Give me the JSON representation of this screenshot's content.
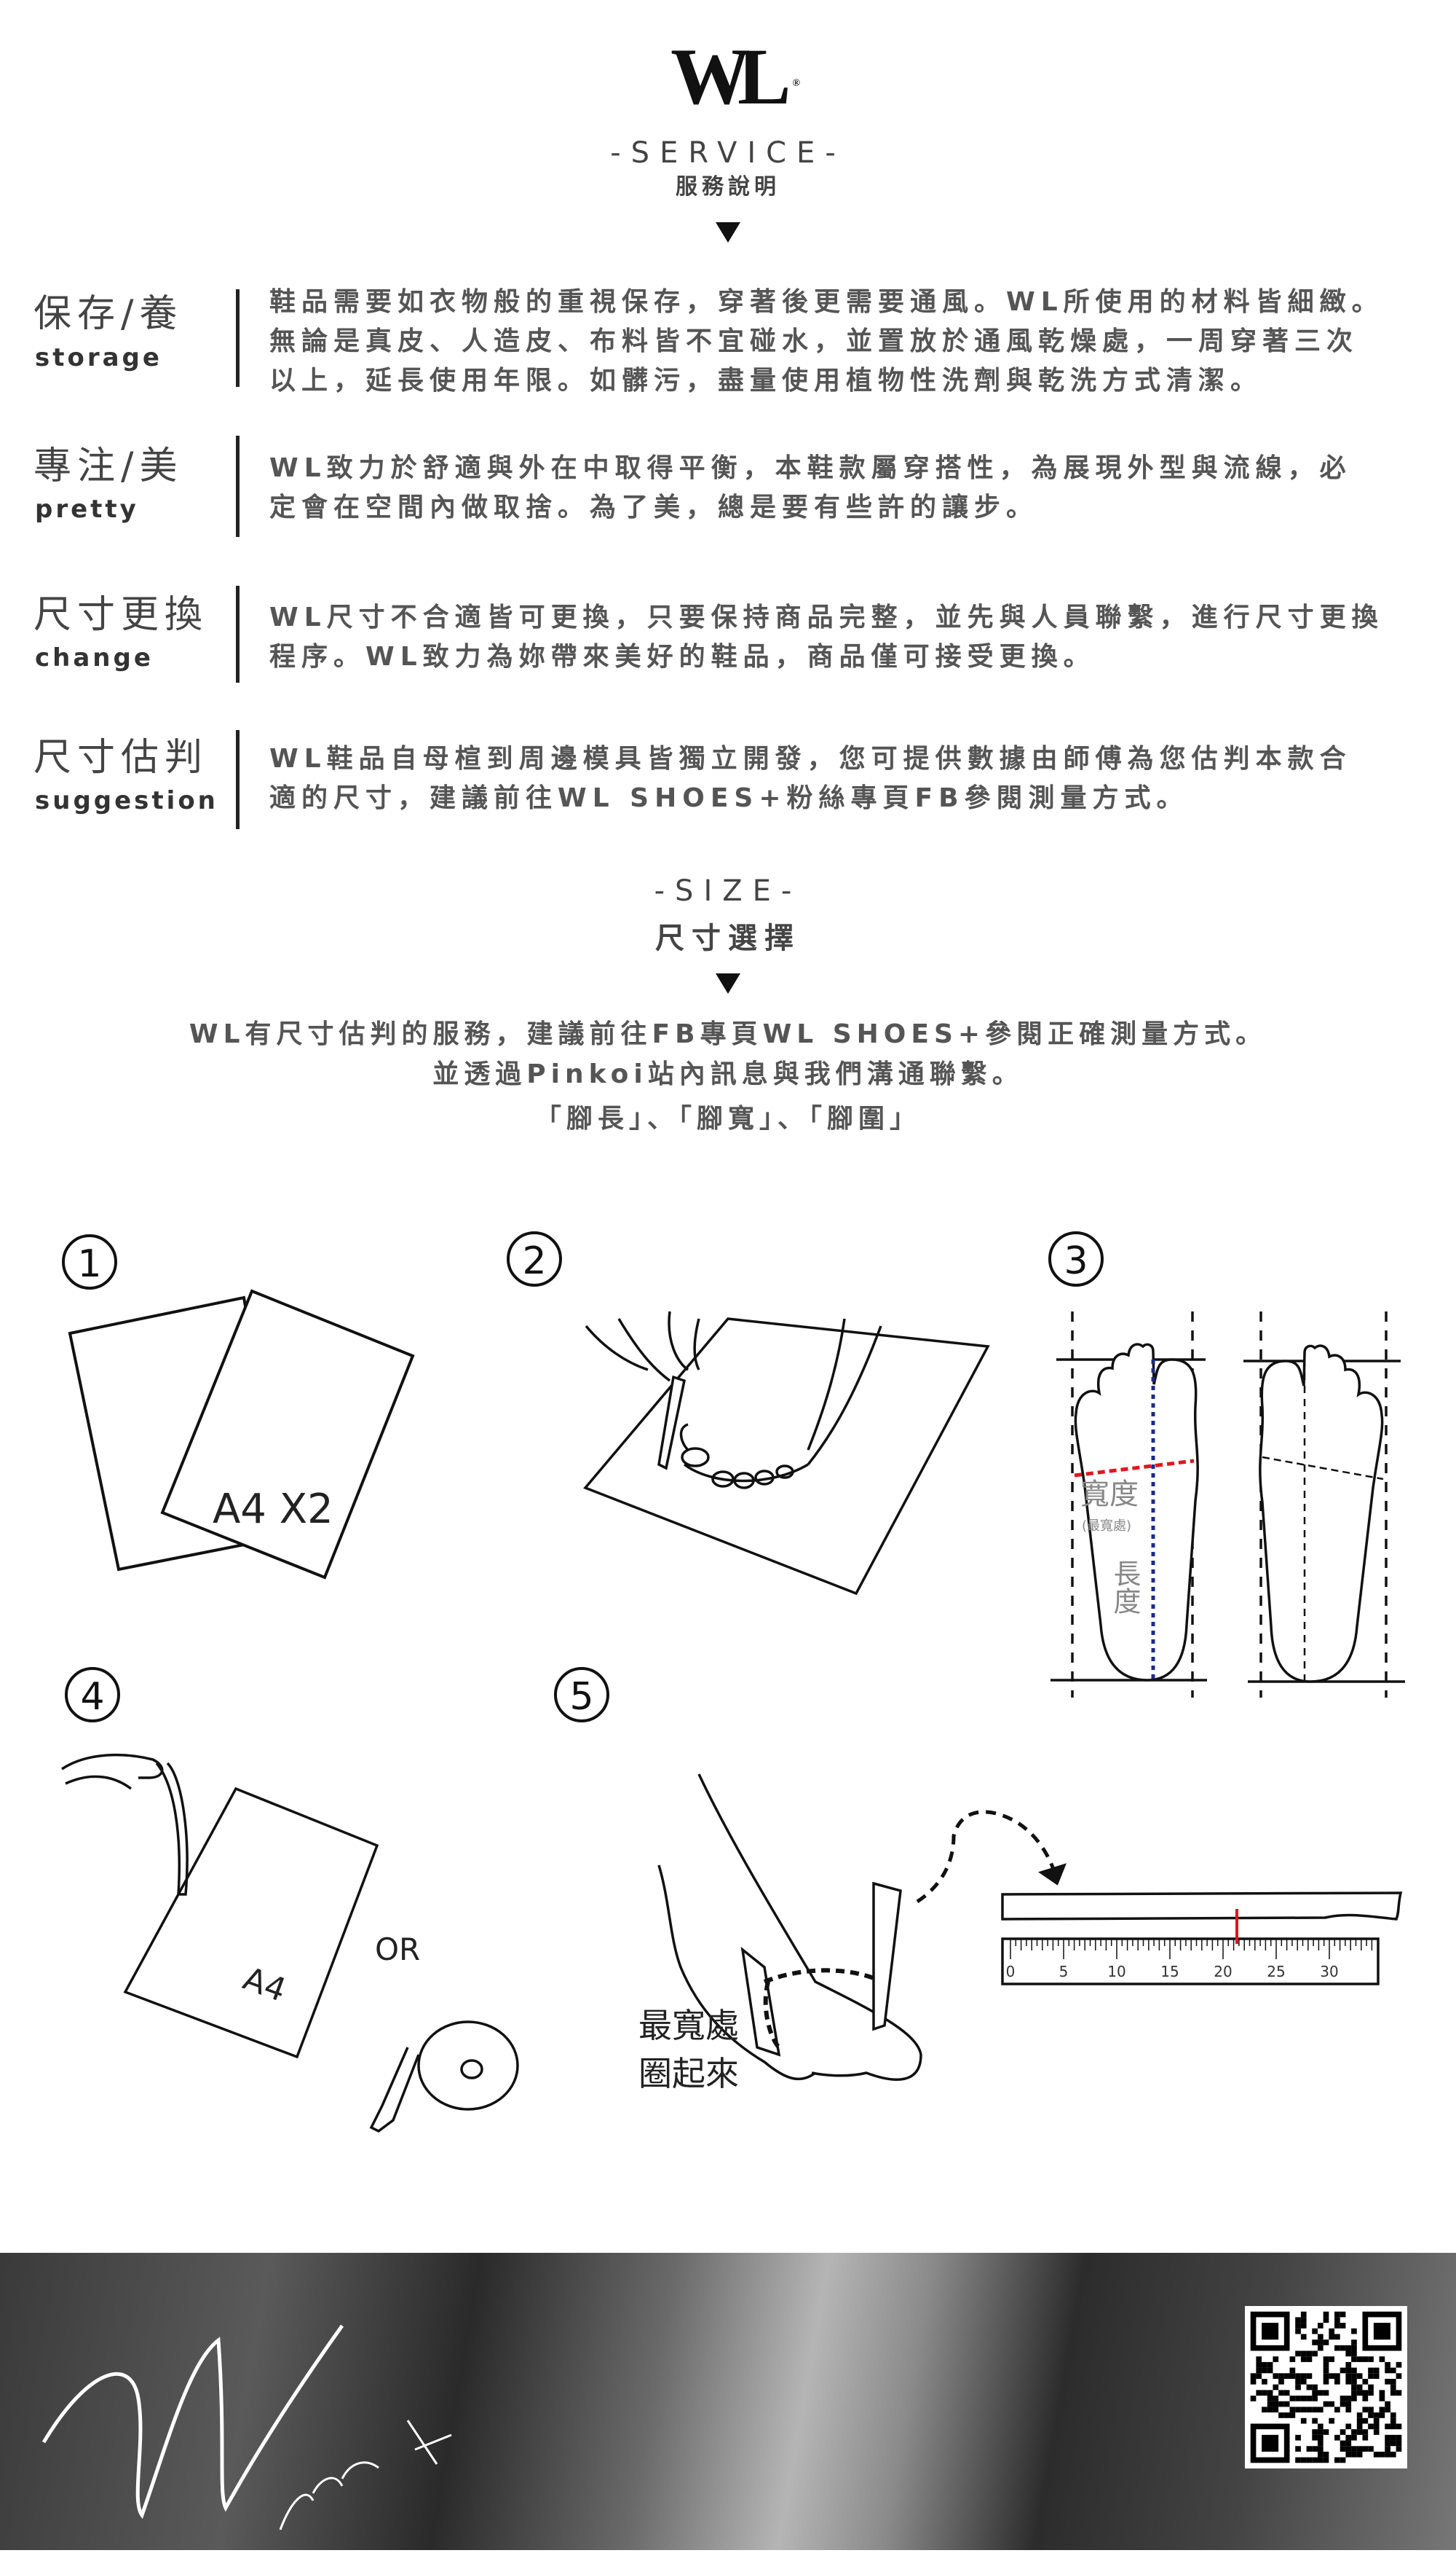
{
  "header": {
    "logo_text": "WL",
    "logo_mark": "®",
    "section_title": "-SERVICE-",
    "section_subtitle": "服務說明"
  },
  "service_items": [
    {
      "label_cn": "保存/養",
      "label_en": "storage",
      "lines": [
        "鞋品需要如衣物般的重視保存，穿著後更需要通風。WL所使用的材料皆細緻。",
        "無論是真皮、人造皮、布料皆不宜碰水，並置放於通風乾燥處，一周穿著三次",
        "以上，延長使用年限。如髒污，盡量使用植物性洗劑與乾洗方式清潔。"
      ]
    },
    {
      "label_cn": "專注/美",
      "label_en": "pretty",
      "lines": [
        "WL致力於舒適與外在中取得平衡，本鞋款屬穿搭性，為展現外型與流線，必",
        "定會在空間內做取捨。為了美，總是要有些許的讓步。"
      ]
    },
    {
      "label_cn": "尺寸更換",
      "label_en": "change",
      "lines": [
        "WL尺寸不合適皆可更換，只要保持商品完整，並先與人員聯繫，進行尺寸更換",
        "程序。WL致力為妳帶來美好的鞋品，商品僅可接受更換。"
      ]
    },
    {
      "label_cn": "尺寸估判",
      "label_en": "suggestion",
      "lines": [
        "WL鞋品自母楦到周邊模具皆獨立開發，您可提供數據由師傅為您估判本款合",
        "適的尺寸，建議前往WL SHOES+粉絲專頁FB參閱測量方式。"
      ]
    }
  ],
  "size": {
    "title": "-SIZE-",
    "subtitle": "尺寸選擇",
    "lines": [
      "WL有尺寸估判的服務，建議前往FB專頁WL SHOES+參閱正確測量方式。",
      "並透過Pinkoi站內訊息與我們溝通聯繫。",
      "「腳長」、「腳寬」、「腳圍」"
    ]
  },
  "steps": {
    "numbers": [
      "①",
      "②",
      "③",
      "④",
      "⑤"
    ],
    "step1_label": "A4 X2",
    "step3_width_label": "寬度",
    "step3_width_note": "(最寬處)",
    "step3_length_label": "長度",
    "step4_paper_label": "A4",
    "step4_or": "OR",
    "step5_caption": [
      "最寬處",
      "圈起來"
    ],
    "ruler_ticks": [
      "0",
      "5",
      "10",
      "15",
      "20",
      "25",
      "30"
    ],
    "ruler_mark_cm": 21.3
  },
  "colors": {
    "width_line": "#e0161e",
    "length_line": "#1a2a8c",
    "ruler_mark": "#e0161e"
  },
  "footer": {
    "brand_signature": "WL Shoes+",
    "qr_icon": "qr-code"
  }
}
